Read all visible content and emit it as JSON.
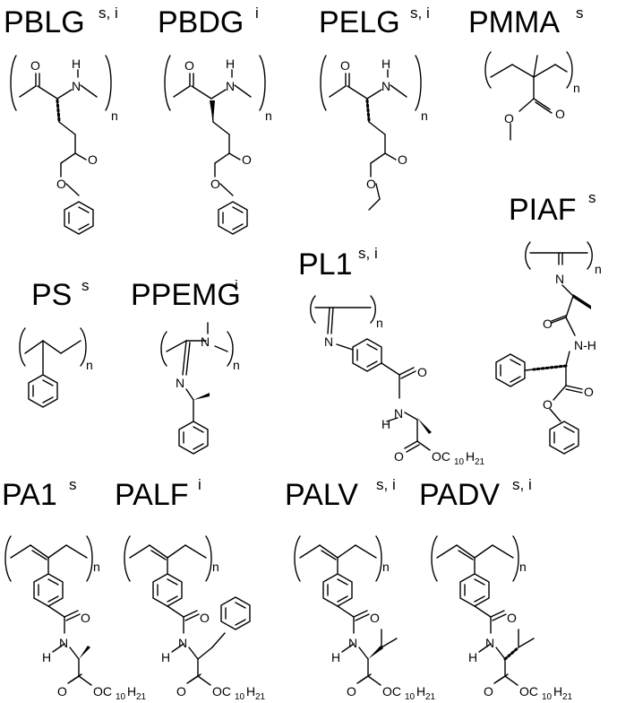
{
  "polymers": [
    {
      "name": "PBLG",
      "tag": "s, i"
    },
    {
      "name": "PBDG",
      "tag": "i"
    },
    {
      "name": "PELG",
      "tag": "s, i"
    },
    {
      "name": "PMMA",
      "tag": "s"
    },
    {
      "name": "PIAF",
      "tag": "s"
    },
    {
      "name": "PL1",
      "tag": "s, i"
    },
    {
      "name": "PS",
      "tag": "s"
    },
    {
      "name": "PPEMG",
      "tag": "i"
    },
    {
      "name": "PA1",
      "tag": "s"
    },
    {
      "name": "PALF",
      "tag": "i"
    },
    {
      "name": "PALV",
      "tag": "s, i"
    },
    {
      "name": "PADV",
      "tag": "s, i"
    }
  ],
  "atoms": {
    "O": "O",
    "N": "N",
    "H": "H",
    "NH": "N-H",
    "n": "n",
    "OC": "OC",
    "sub10": "10",
    "H21": "H",
    "sub21": "21"
  }
}
